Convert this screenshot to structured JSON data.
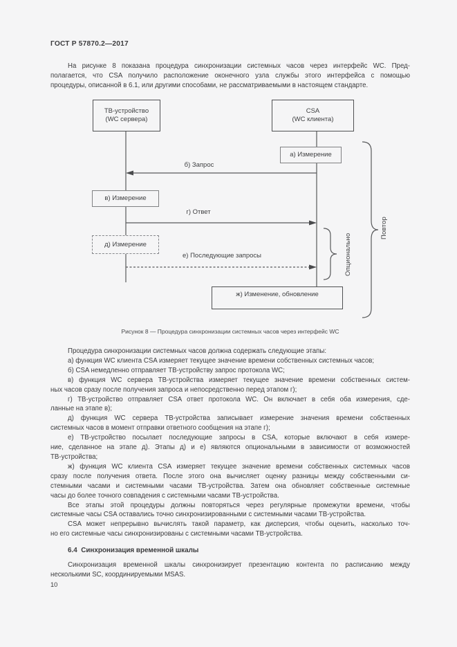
{
  "colors": {
    "page_bg": "#f5f5f6",
    "ink": "#3b3b3d",
    "line": "#58595b",
    "box_border": "#4f5052",
    "step_border": "#7f8082"
  },
  "page": {
    "header": "ГОСТ Р 57870.2—2017",
    "page_number": "10"
  },
  "intro": {
    "lines": [
      {
        "t": "На рисунке 8 показана процедура синхронизации системных часов через интерфейс WC. Пред-",
        "i": true,
        "j": true
      },
      {
        "t": "полагается, что CSA получило расположение оконечного узла службы этого интерфейса с помощью",
        "j": true
      },
      {
        "t": "процедуры, описанной в 6.1, или другими способами, не рассматриваемыми в настоящем стандарте."
      }
    ]
  },
  "diagram": {
    "left_actor_line1": "ТВ-устройство",
    "left_actor_line2": "(WC сервера)",
    "right_actor_line1": "CSA",
    "right_actor_line2": "(WC клиента)",
    "step_a": "а) Измерение",
    "msg_b": "б) Запрос",
    "step_v": "в) Измерение",
    "msg_g": "г) Ответ",
    "step_d": "д) Измерение",
    "msg_e": "е) Последующие запросы",
    "step_zh": "ж) Изменение, обновление",
    "brace_optional": "Опционально",
    "brace_repeat": "Повтор"
  },
  "caption": "Рисунок 8 — Процедура синхронизации системных часов через интерфейс WC",
  "steps": {
    "lines": [
      {
        "t": "Процедура синхронизации системных часов должна содержать следующие этапы:",
        "i": true
      },
      {
        "t": "а) функция WC клиента CSA измеряет текущее значение времени собственных системных часов;",
        "i": true
      },
      {
        "t": "б) CSA немедленно отправляет ТВ-устройству запрос протокола WC;",
        "i": true
      },
      {
        "t": "в) функция WC сервера ТВ-устройства измеряет текущее значение времени собственных систем-",
        "i": true,
        "j": true
      },
      {
        "t": "ных часов сразу после получения запроса и непосредственно перед этапом г);"
      },
      {
        "t": "г) ТВ-устройство отправляет CSA ответ протокола WC. Он включает в себя оба измерения, сде-",
        "i": true,
        "j": true
      },
      {
        "t": "ланные на этапе в);"
      },
      {
        "t": "д) функция WC сервера ТВ-устройства записывает измерение значения времени собственных",
        "i": true,
        "j": true
      },
      {
        "t": "системных часов в момент отправки ответного сообщения на этапе г);"
      },
      {
        "t": "е) ТВ-устройство посылает последующие запросы в CSA, которые включают в себя измере-",
        "i": true,
        "j": true
      },
      {
        "t": "ние, сделанное на этапе д). Этапы д) и е) являются опциональными в зависимости от возможностей",
        "j": true
      },
      {
        "t": "ТВ-устройства;"
      },
      {
        "t": "ж) функция WC клиента CSA измеряет текущее значение времени собственных системных часов",
        "i": true,
        "j": true
      },
      {
        "t": "сразу после получения ответа. После этого она вычисляет оценку разницы между собственными си-",
        "j": true
      },
      {
        "t": "стемными часами и системными часами ТВ-устройства. Затем она обновляет собственные системные",
        "j": true
      },
      {
        "t": "часы до более точного совпадения с системными часами ТВ-устройства."
      },
      {
        "t": "Все этапы этой процедуры должны повторяться через регулярные промежутки времени, чтобы",
        "i": true,
        "j": true
      },
      {
        "t": "системные часы CSA оставались точно синхронизированными с системными часами ТВ-устройства."
      },
      {
        "t": "CSA может непрерывно вычислять такой параметр, как дисперсия, чтобы оценить, насколько точ-",
        "i": true,
        "j": true
      },
      {
        "t": "но его системные часы синхронизированы с системными часами ТВ-устройства."
      }
    ]
  },
  "section": {
    "heading": "6.4  Синхронизация временной шкалы"
  },
  "timeline": {
    "lines": [
      {
        "t": "Синхронизация временной шкалы синхронизирует презентацию контента по расписанию между",
        "i": true,
        "j": true
      },
      {
        "t": "несколькими SC, координируемыми MSAS."
      }
    ]
  }
}
